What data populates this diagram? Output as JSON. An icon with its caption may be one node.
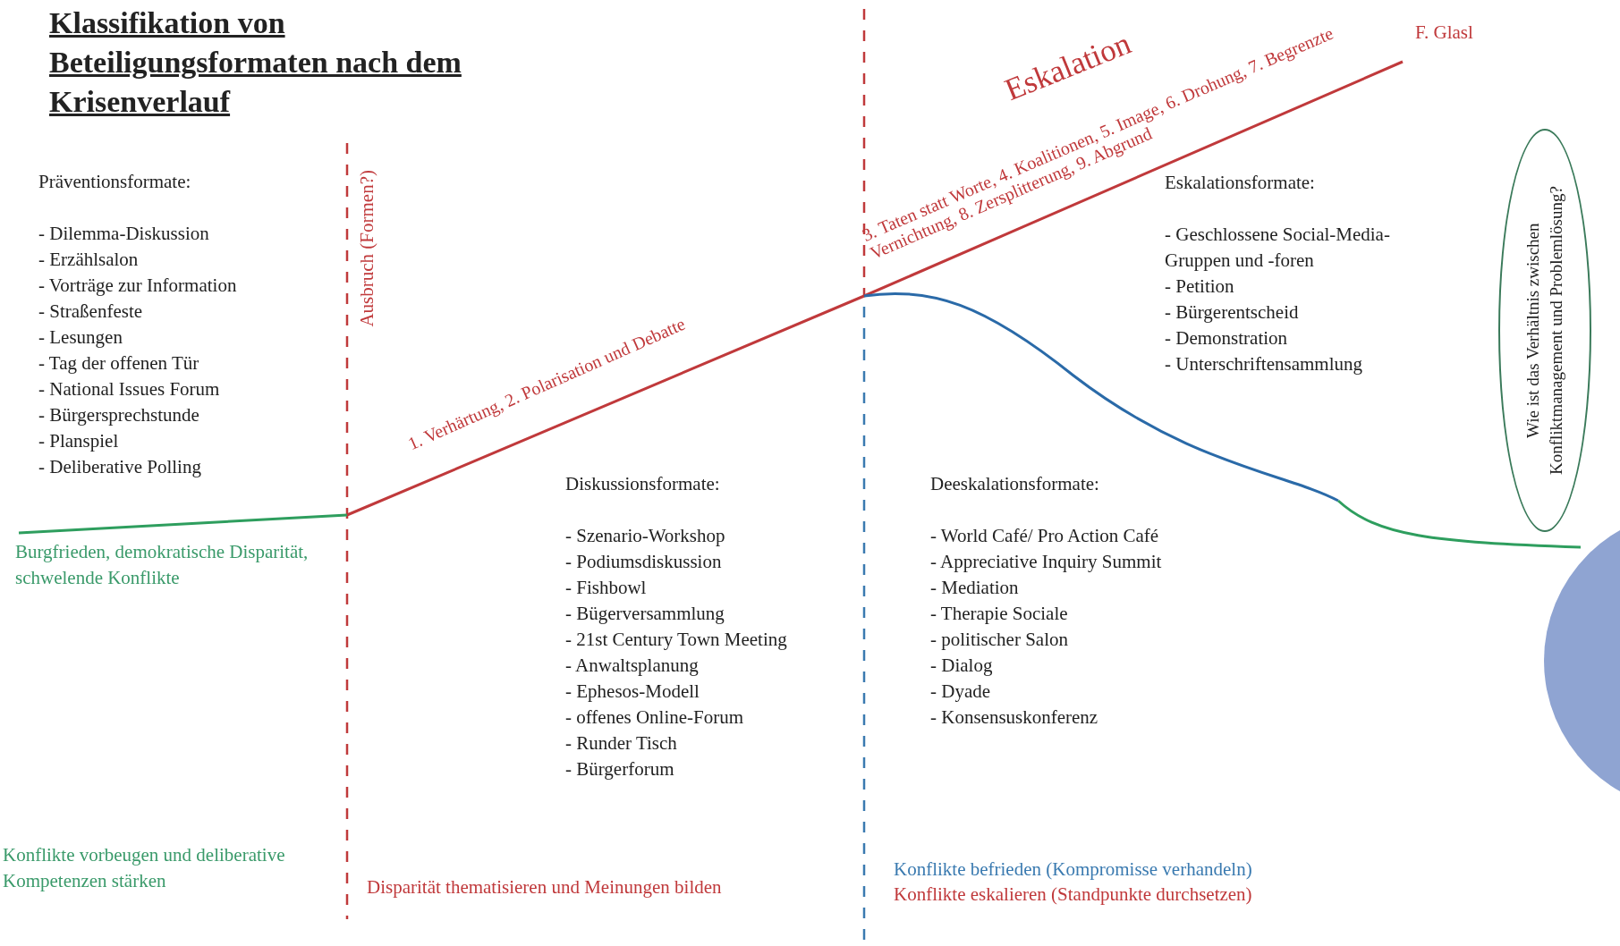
{
  "diagram": {
    "title": "Klassifikation von Beteiligungsformaten nach dem Krisenverlauf",
    "nodes": [
      {
        "text": [
          "Wie ist das Verhältnis zwischen Konfliktmanagement und Problemlösung?"
        ]
      }
    ],
    "labels": [
      "Präventionsformate:",
      "- Dilemma-Diskussion",
      "- Erzählsalon",
      "- Vorträge zur Information",
      "- Straßenfeste",
      "- Lesungen",
      "- Tag der offenen Tür",
      "- National Issues Forum",
      "- Bürgersprechstunde",
      "- Planspiel",
      "- Deliberative Polling",
      "Ausbruch (Formen?)",
      "Eskalation",
      "F. Glasl",
      "3. Taten statt Worte, 4. Koalitionen, 5. Image, 6. Drohung, 7. Begrenzte Vernichtung, 8. Zersplitterung, 9. Abgrund",
      "1. Verhärtung, 2. Polarisation und Debatte",
      "Eskalationsformate:",
      "- Geschlossene Social-Media-Gruppen und -foren",
      "- Petition",
      "- Bürgerentscheid",
      "- Demonstration",
      "- Unterschriftensammlung",
      "Diskussionsformate:",
      "- Szenario-Workshop",
      "- Podiumsdiskussion",
      "- Fishbowl",
      "- Bügerversammlung",
      "- 21st Century Town Meeting",
      "- Anwaltsplanung",
      "- Ephesos-Modell",
      "- offenes Online-Forum",
      "- Runder Tisch",
      "- Bürgerforum",
      "Deeskalationsformate:",
      "- World Café/ Pro Action Café",
      "- Appreciative Inquiry Summit",
      "- Mediation",
      "- Therapie Sociale",
      "- politischer Salon",
      "- Dialog",
      "- Dyade",
      "- Konsensuskonferenz",
      "Burgfrieden, demokratische Disparität, schwelende Konflikte",
      "Konflikte vorbeugen und deliberative Kompetenzen stärken",
      "Disparität thematisieren und Meinungen bilden",
      "Konflikte befrieden (Kompromisse verhandeln)",
      "Konflikte eskalieren (Standpunkte durchsetzen)"
    ]
  }
}
